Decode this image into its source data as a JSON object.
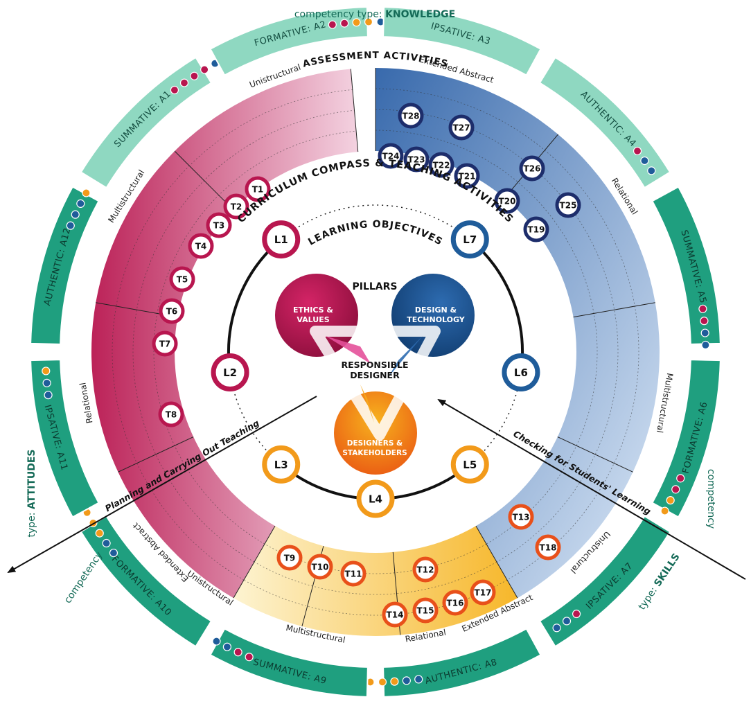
{
  "colors": {
    "teal": "#1f9f7f",
    "teal_light": "#8fd8c1",
    "teal_dark": "#146a57",
    "pink": "#b8164f",
    "pink_light": "#f1c7d9",
    "blue": "#1f5c9a",
    "blue_light": "#c6dcf3",
    "orange": "#f29a1a",
    "orange_light": "#fbe4a0",
    "navy": "#1d2d6b",
    "dark": "#1a1a1a"
  },
  "outer_ring": {
    "label_knowledge_prefix": "competency type: ",
    "label_knowledge_type": "KNOWLEDGE",
    "label_attitudes_prefix": "type: ",
    "label_attitudes_type": "ATTITUDES",
    "label_attitudes_competency": "competency",
    "label_skills_prefix": "type: ",
    "label_skills_type": "SKILLS",
    "label_skills_competency": "competency",
    "activities_title": "ASSESSMENT ACTIVITIES",
    "assessments": [
      {
        "id": "A1",
        "label": "SUMMATIVE: A1"
      },
      {
        "id": "A2",
        "label": "FORMATIVE: A2"
      },
      {
        "id": "A3",
        "label": "IPSATIVE: A3"
      },
      {
        "id": "A4",
        "label": "AUTHENTIC: A4"
      },
      {
        "id": "A5",
        "label": "SUMMATIVE: A5"
      },
      {
        "id": "A6",
        "label": "FORMATIVE: A6"
      },
      {
        "id": "A7",
        "label": "IPSATIVE: A7"
      },
      {
        "id": "A8",
        "label": "AUTHENTIC: A8"
      },
      {
        "id": "A9",
        "label": "SUMMATIVE: A9"
      },
      {
        "id": "A10",
        "label": "FORMATIVE: A10"
      },
      {
        "id": "A11",
        "label": "IPSATIVE: A11"
      },
      {
        "id": "A12",
        "label": "AUTHENTIC: A12"
      }
    ]
  },
  "compass": {
    "title": "CURRICULUM COMPASS & TEACHING ACTIVITIES",
    "levels": {
      "unistructural": "Unistructural",
      "multistructural": "Multistructural",
      "relational": "Relational",
      "extended_abstract": "Extended Abstract"
    },
    "teaching": [
      "T1",
      "T2",
      "T3",
      "T4",
      "T5",
      "T6",
      "T7",
      "T8",
      "T9",
      "T10",
      "T11",
      "T12",
      "T13",
      "T14",
      "T15",
      "T16",
      "T17",
      "T18",
      "T19",
      "T20",
      "T21",
      "T22",
      "T23",
      "T24",
      "T25",
      "T26",
      "T27",
      "T28"
    ]
  },
  "objectives": {
    "title": "LEARNING OBJECTIVES",
    "items": [
      "L1",
      "L2",
      "L3",
      "L4",
      "L5",
      "L6",
      "L7"
    ]
  },
  "pillars": {
    "title": "PILLARS",
    "ethics": [
      "ETHICS &",
      "VALUES"
    ],
    "design": [
      "DESIGN &",
      "TECHNOLOGY"
    ],
    "designers": [
      "DESIGNERS &",
      "STAKEHOLDERS"
    ],
    "center": [
      "RESPONSIBLE",
      "DESIGNER"
    ]
  },
  "arrows": {
    "planning": "Planning and Carrying Out Teaching",
    "checking": "Checking for Students' Learning"
  }
}
